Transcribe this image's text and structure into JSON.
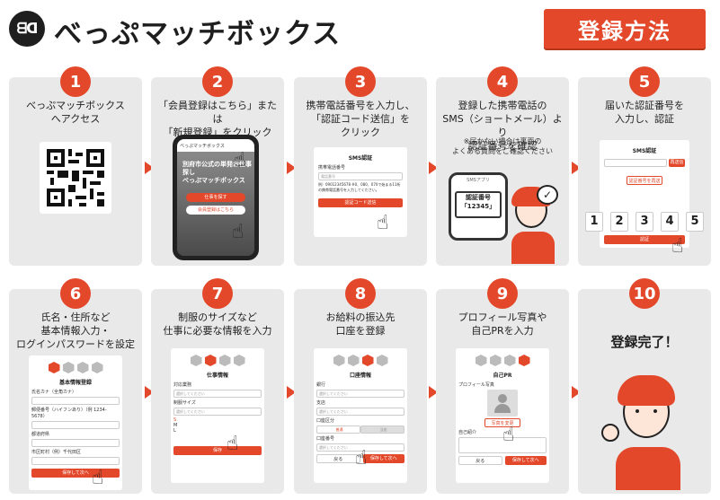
{
  "header": {
    "logo_mark": "ᗺᗡ",
    "brand_name": "べっぷマッチボックス",
    "method_label": "登録方法"
  },
  "colors": {
    "accent": "#e3482a",
    "card_bg": "#e9e9e9",
    "text": "#1e1e1e"
  },
  "steps": [
    {
      "num": "1",
      "caption": "べっぷマッチボックス\nへアクセス"
    },
    {
      "num": "2",
      "caption": "「会員登録はこちら」または\n「新規登録」をクリック",
      "phone": {
        "site_name": "べっぷマッチボックス",
        "hero_text": "別府市公式の単発お仕事探し\nべっぷマッチボックス",
        "btn_primary": "仕事を探す",
        "btn_secondary": "会員登録はこちら"
      }
    },
    {
      "num": "3",
      "caption": "携帯電話番号を入力し、\n「認証コード送信」を\nクリック",
      "screen": {
        "title": "SMS認証",
        "field_label": "携帯電話番号",
        "placeholder": "電話番号",
        "example": "例）09012345678 ※0、080、070で始まる11桁の携帯電話番号を入力してください。",
        "button": "認証コード送信"
      }
    },
    {
      "num": "4",
      "caption": "登録した携帯電話の\nSMS（ショートメール）より\n認証番号を確認",
      "note": "※届かない場合は裏面の\nよくある質問をご確認ください",
      "sms": {
        "app": "SMSアプリ",
        "label": "認証番号",
        "code": "「12345」"
      }
    },
    {
      "num": "5",
      "caption": "届いた認証番号を\n入力し、認証",
      "screen": {
        "title": "SMS認証",
        "resend": "再送信",
        "resend_btn": "認証番号を再送",
        "digits": [
          "1",
          "2",
          "3",
          "4",
          "5"
        ],
        "button": "認証"
      }
    },
    {
      "num": "6",
      "caption": "氏名・住所など\n基本情報入力・\nログインパスワードを設定",
      "screen": {
        "title": "基本情報登録",
        "fields": [
          "氏名カナ（全角カナ）",
          "郵便番号（ハイフンあり）（例 1234-5678）",
          "都道府県",
          "市区町村（例）千代田区"
        ],
        "button": "保存して次へ"
      }
    },
    {
      "num": "7",
      "caption": "制服のサイズなど\n仕事に必要な情報を入力",
      "screen": {
        "title": "仕事情報",
        "field1": "対応業務",
        "select": "選択してください",
        "field2": "制服サイズ",
        "sizes": [
          "S",
          "M",
          "L"
        ],
        "button": "保存"
      }
    },
    {
      "num": "8",
      "caption": "お給料の振込先\n口座を登録",
      "screen": {
        "title": "口座情報",
        "fields": [
          "銀行",
          "支店",
          "口座区分",
          "口座番号"
        ],
        "select": "選択してください",
        "tabs": [
          "普通",
          "当座"
        ],
        "back": "戻る",
        "button": "保存して次へ"
      }
    },
    {
      "num": "9",
      "caption": "プロフィール写真や\n自己PRを入力",
      "screen": {
        "title": "自己PR",
        "photo_label": "プロフィール写真",
        "change_btn": "写真を変更",
        "pr_label": "自己紹介",
        "back": "戻る",
        "button": "保存して次へ"
      }
    },
    {
      "num": "10",
      "caption": "登録完了！"
    }
  ]
}
